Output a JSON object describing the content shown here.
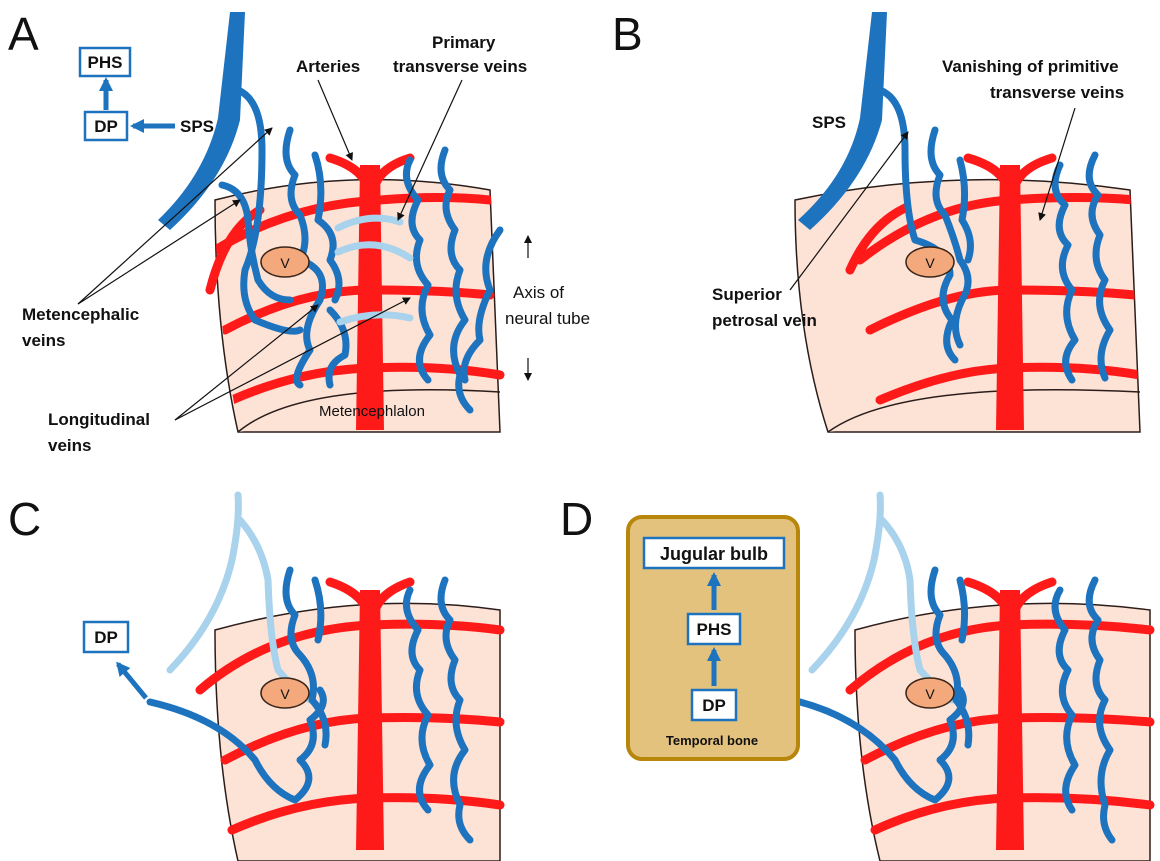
{
  "panels": {
    "a": {
      "letter": "A",
      "flow_boxes": {
        "top": "PHS",
        "bottom": "DP",
        "source": "SPS"
      },
      "labels": {
        "arteries": "Arteries",
        "primary_transverse_line1": "Primary",
        "primary_transverse_line2": "transverse veins",
        "metencephalic_line1": "Metencephalic",
        "metencephalic_line2": "veins",
        "longitudinal_line1": "Longitudinal",
        "longitudinal_line2": "veins",
        "axis_line1": "Axis of",
        "axis_line2": "neural tube",
        "region": "Metencephlalon",
        "v_node": "V"
      }
    },
    "b": {
      "letter": "B",
      "labels": {
        "sps": "SPS",
        "vanishing_line1": "Vanishing of primitive",
        "vanishing_line2": "transverse veins",
        "superior_line1": "Superior",
        "superior_line2": "petrosal vein",
        "v_node": "V"
      }
    },
    "c": {
      "letter": "C",
      "labels": {
        "dp": "DP",
        "v_node": "V"
      }
    },
    "d": {
      "letter": "D",
      "flow_boxes": {
        "top": "Jugular bulb",
        "middle": "PHS",
        "bottom": "DP"
      },
      "bone_label": "Temporal bone",
      "labels": {
        "v_node": "V"
      }
    }
  },
  "colors": {
    "vein": "#1e73be",
    "vanishing_vein": "#a9d2ec",
    "artery": "#ff1a1a",
    "tissue": "#fde2d6",
    "bone_box": "#e3c27e",
    "bone_border": "#b8860b"
  }
}
